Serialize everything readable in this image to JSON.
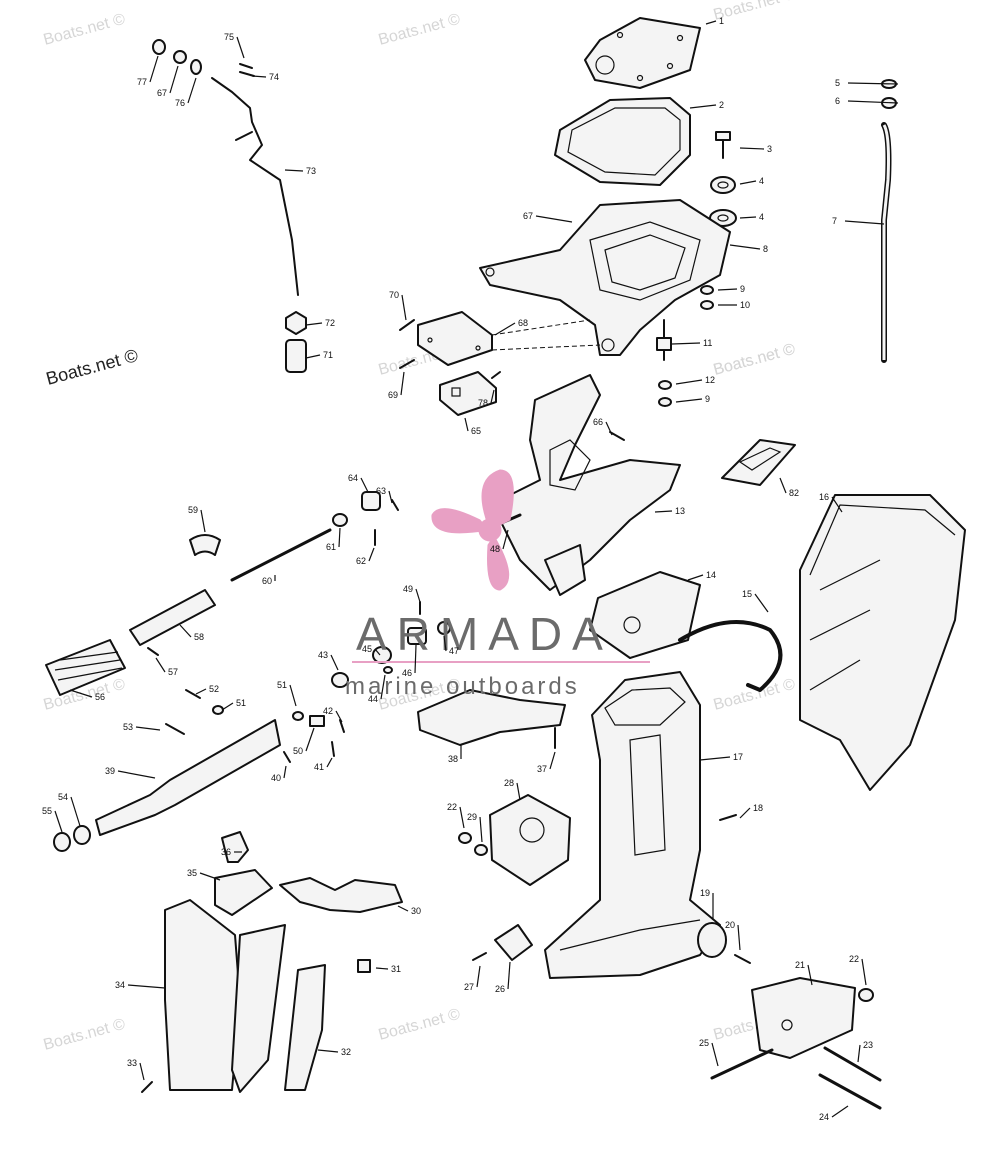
{
  "diagram": {
    "part_labels": [
      "1",
      "2",
      "3",
      "4",
      "4",
      "5",
      "6",
      "7",
      "8",
      "9",
      "10",
      "11",
      "12",
      "9",
      "13",
      "14",
      "15",
      "16",
      "17",
      "18",
      "19",
      "20",
      "21",
      "22",
      "23",
      "24",
      "25",
      "26",
      "27",
      "28",
      "29",
      "22",
      "30",
      "31",
      "32",
      "33",
      "34",
      "35",
      "36",
      "37",
      "38",
      "39",
      "40",
      "41",
      "42",
      "43",
      "44",
      "45",
      "46",
      "47",
      "48",
      "49",
      "50",
      "51",
      "51",
      "52",
      "53",
      "54",
      "55",
      "56",
      "57",
      "58",
      "59",
      "60",
      "61",
      "62",
      "63",
      "64",
      "65",
      "66",
      "67",
      "67",
      "68",
      "69",
      "70",
      "71",
      "72",
      "73",
      "74",
      "75",
      "76",
      "77",
      "78",
      "82"
    ],
    "watermarks": [
      "Boats.net ©",
      "Boats.net ©",
      "Boats.net ©",
      "Boats.net ©",
      "Boats.net ©",
      "Boats.net ©",
      "Boats.net ©",
      "Boats.net ©",
      "Boats.net ©",
      "Boats.net ©",
      "Boats.net ©",
      "Boats.net ©"
    ],
    "watermark_prominent": "Boats.net ©"
  },
  "logo": {
    "name": "ARMADA",
    "tagline": "marine outboards",
    "colors": {
      "propeller": "#e8a0c4",
      "text": "#6b6b6b"
    }
  }
}
